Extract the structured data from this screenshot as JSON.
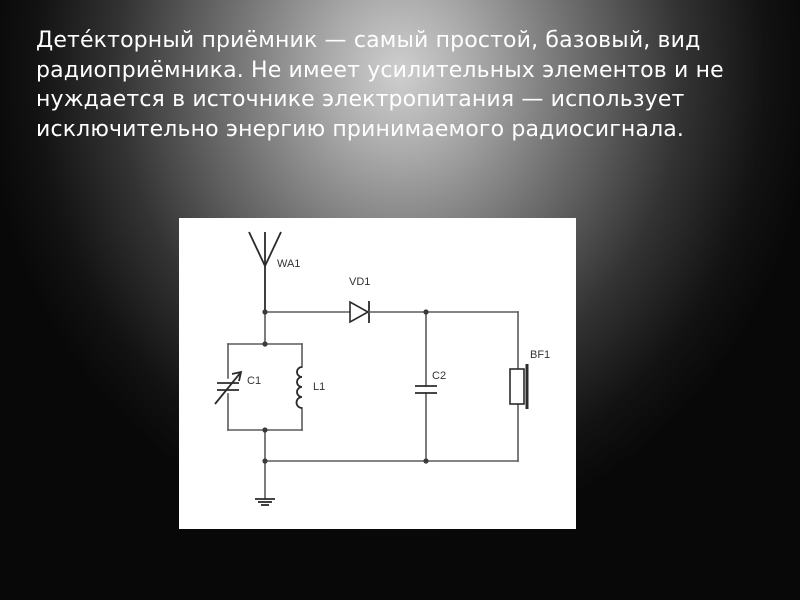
{
  "slide": {
    "paragraph": "Дете́кторный приёмник — самый простой, базовый, вид радиоприёмника. Не имеет усилительных элементов и не нуждается в источнике электропитания — использует исключительно энергию принимаемого радиосигнала."
  },
  "schematic": {
    "labels": {
      "antenna": "WA1",
      "diode": "VD1",
      "variable_capacitor": "C1",
      "inductor": "L1",
      "capacitor": "C2",
      "headphone": "BF1"
    }
  }
}
